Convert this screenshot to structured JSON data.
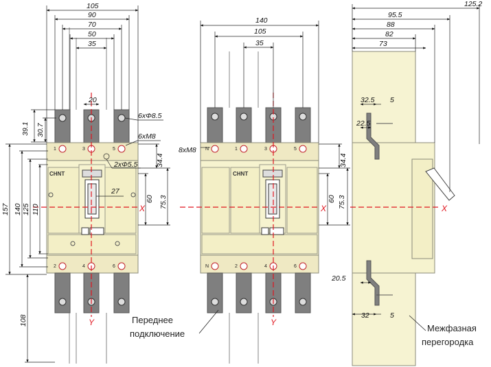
{
  "colors": {
    "body_fill": "#f6f3cf",
    "body_stroke": "#8a8a7a",
    "busbar_fill": "#7f7f7f",
    "partition_fill": "#f6f3d2",
    "axis_red": "#e0141e"
  },
  "brand": "CHNT",
  "axis": {
    "x": "X",
    "y": "Y"
  },
  "front": {
    "top_dims": [
      "105",
      "90",
      "70",
      "50",
      "35"
    ],
    "pitch": "20",
    "left_dims": [
      "39.1",
      "30.7"
    ],
    "hole_note": "6xΦ8.5",
    "screw_note": "6xM8",
    "fix_note": "2xΦ5.5",
    "side_dims": [
      "157",
      "140",
      "125",
      "110"
    ],
    "right_dims": [
      "34.4",
      "60",
      "75.3"
    ],
    "handle_dim": "27",
    "bottom_dim": "108",
    "terminal_top": [
      "1",
      "3",
      "5"
    ],
    "terminal_bottom": [
      "2",
      "4",
      "6"
    ]
  },
  "four_pole": {
    "top_dims": [
      "140",
      "105",
      "35"
    ],
    "screw_note": "8xM8",
    "right_dims": [
      "34.4",
      "60",
      "75.3"
    ],
    "terminal_top": [
      "N",
      "1",
      "3",
      "5"
    ],
    "terminal_bottom": [
      "N",
      "2",
      "4",
      "6"
    ]
  },
  "side": {
    "top_dims": [
      "125.2",
      "95.5",
      "88",
      "82",
      "73"
    ],
    "upper_dims": [
      "32.5",
      "5",
      "22.5"
    ],
    "lower_dims": [
      "20.5",
      "32",
      "5"
    ]
  },
  "labels": {
    "front_connection": [
      "Переднее",
      "подключение"
    ],
    "phase_partition": [
      "Межфазная",
      "перегородка"
    ]
  }
}
